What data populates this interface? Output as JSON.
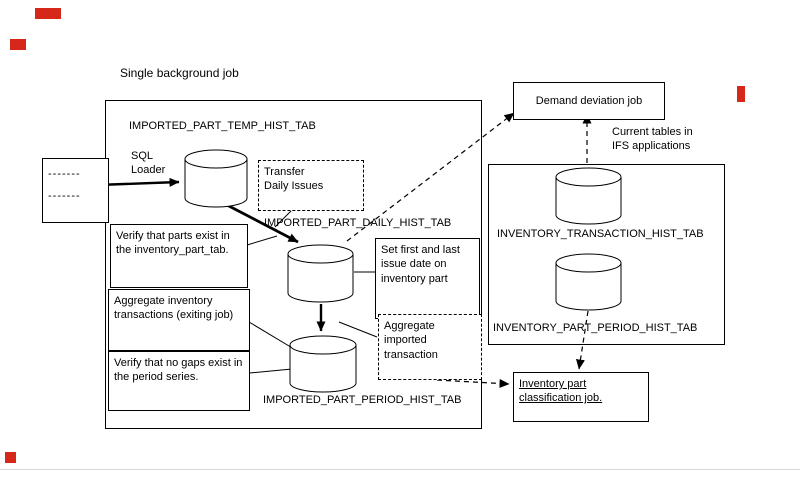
{
  "page": {
    "title": "Single background job"
  },
  "left_group": {
    "file_lines": [
      "-------",
      "-------"
    ],
    "sql_loader_label": "SQL\nLoader",
    "temp_table": "IMPORTED_PART_TEMP_HIST_TAB",
    "daily_table": "IMPORTED_PART_DAILY_HIST_TAB",
    "period_table": "IMPORTED_PART_PERIOD_HIST_TAB",
    "notes": {
      "transfer_daily": "Transfer\nDaily Issues",
      "verify_parts": "Verify that parts exist in the inventory_part_tab.",
      "set_dates": "Set first and last issue date on inventory part",
      "aggregate_inventory": "Aggregate inventory transactions (exiting job)",
      "aggregate_imported": "Aggregate imported transaction",
      "verify_gaps": "Verify that no gaps exist in the period series."
    }
  },
  "right_group": {
    "caption": "Current tables in\nIFS applications",
    "transaction_table": "INVENTORY_TRANSACTION_HIST_TAB",
    "part_period_table": "INVENTORY_PART_PERIOD_HIST_TAB"
  },
  "jobs": {
    "demand_deviation": "Demand deviation job",
    "classification": "Inventory part classification job."
  },
  "colors": {
    "line_black": "#000000",
    "marker_red": "#d5281b"
  }
}
